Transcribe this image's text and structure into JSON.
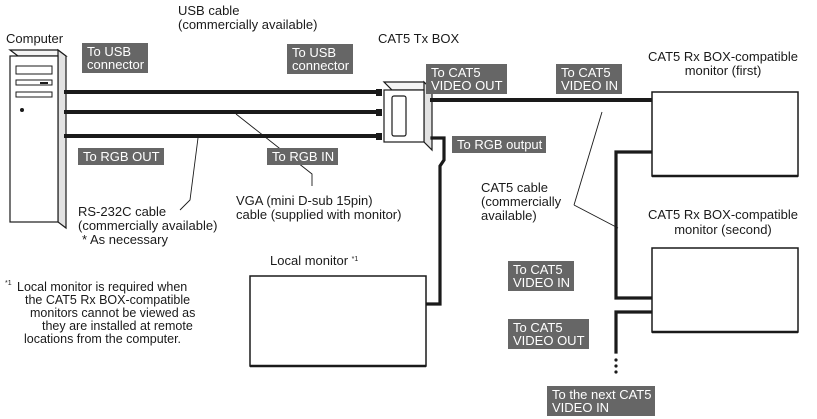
{
  "labels": {
    "computer": "Computer",
    "usb_cable_1": "USB cable",
    "usb_cable_2": "(commercially available)",
    "tx_box": "CAT5 Tx BOX",
    "rx_first_1": "CAT5 Rx BOX-compatible",
    "rx_first_2": "monitor (first)",
    "rx_second_1": "CAT5 Rx BOX-compatible",
    "rx_second_2": "monitor (second)",
    "rs232_1": "RS-232C cable",
    "rs232_2": "(commercially available)",
    "rs232_3": "* As necessary",
    "vga_1": "VGA (mini D-sub 15pin)",
    "vga_2": "cable (supplied with monitor)",
    "cat5_cable_1": "CAT5 cable",
    "cat5_cable_2": "(commercially",
    "cat5_cable_3": "available)",
    "local_monitor": "Local monitor",
    "local_monitor_mark": "*1"
  },
  "tags": {
    "to_usb_connector_pc": [
      "To USB",
      "connector"
    ],
    "to_usb_connector_box": [
      "To USB",
      "connector"
    ],
    "to_cat5_video_out_box": [
      "To CAT5",
      "VIDEO OUT"
    ],
    "to_cat5_video_in_first": [
      "To CAT5",
      "VIDEO IN"
    ],
    "to_rgb_out": [
      "To RGB OUT"
    ],
    "to_rgb_in": [
      "To RGB IN"
    ],
    "to_rgb_output": [
      "To RGB output"
    ],
    "to_cat5_video_in_second": [
      "To CAT5",
      "VIDEO IN"
    ],
    "to_cat5_video_out_second": [
      "To CAT5",
      "VIDEO OUT"
    ],
    "to_next_cat5_video_in": [
      "To the next CAT5",
      "VIDEO IN"
    ]
  },
  "footnote": {
    "mark": "*1",
    "lines": [
      "Local monitor is required when",
      "the CAT5 Rx BOX-compatible",
      "monitors cannot be viewed as",
      "they are installed at remote",
      "locations from the computer."
    ]
  },
  "colors": {
    "cable": "#1a1a1a",
    "tag_bg": "#666666",
    "tag_text": "#ffffff",
    "outline": "#1a1a1a"
  }
}
